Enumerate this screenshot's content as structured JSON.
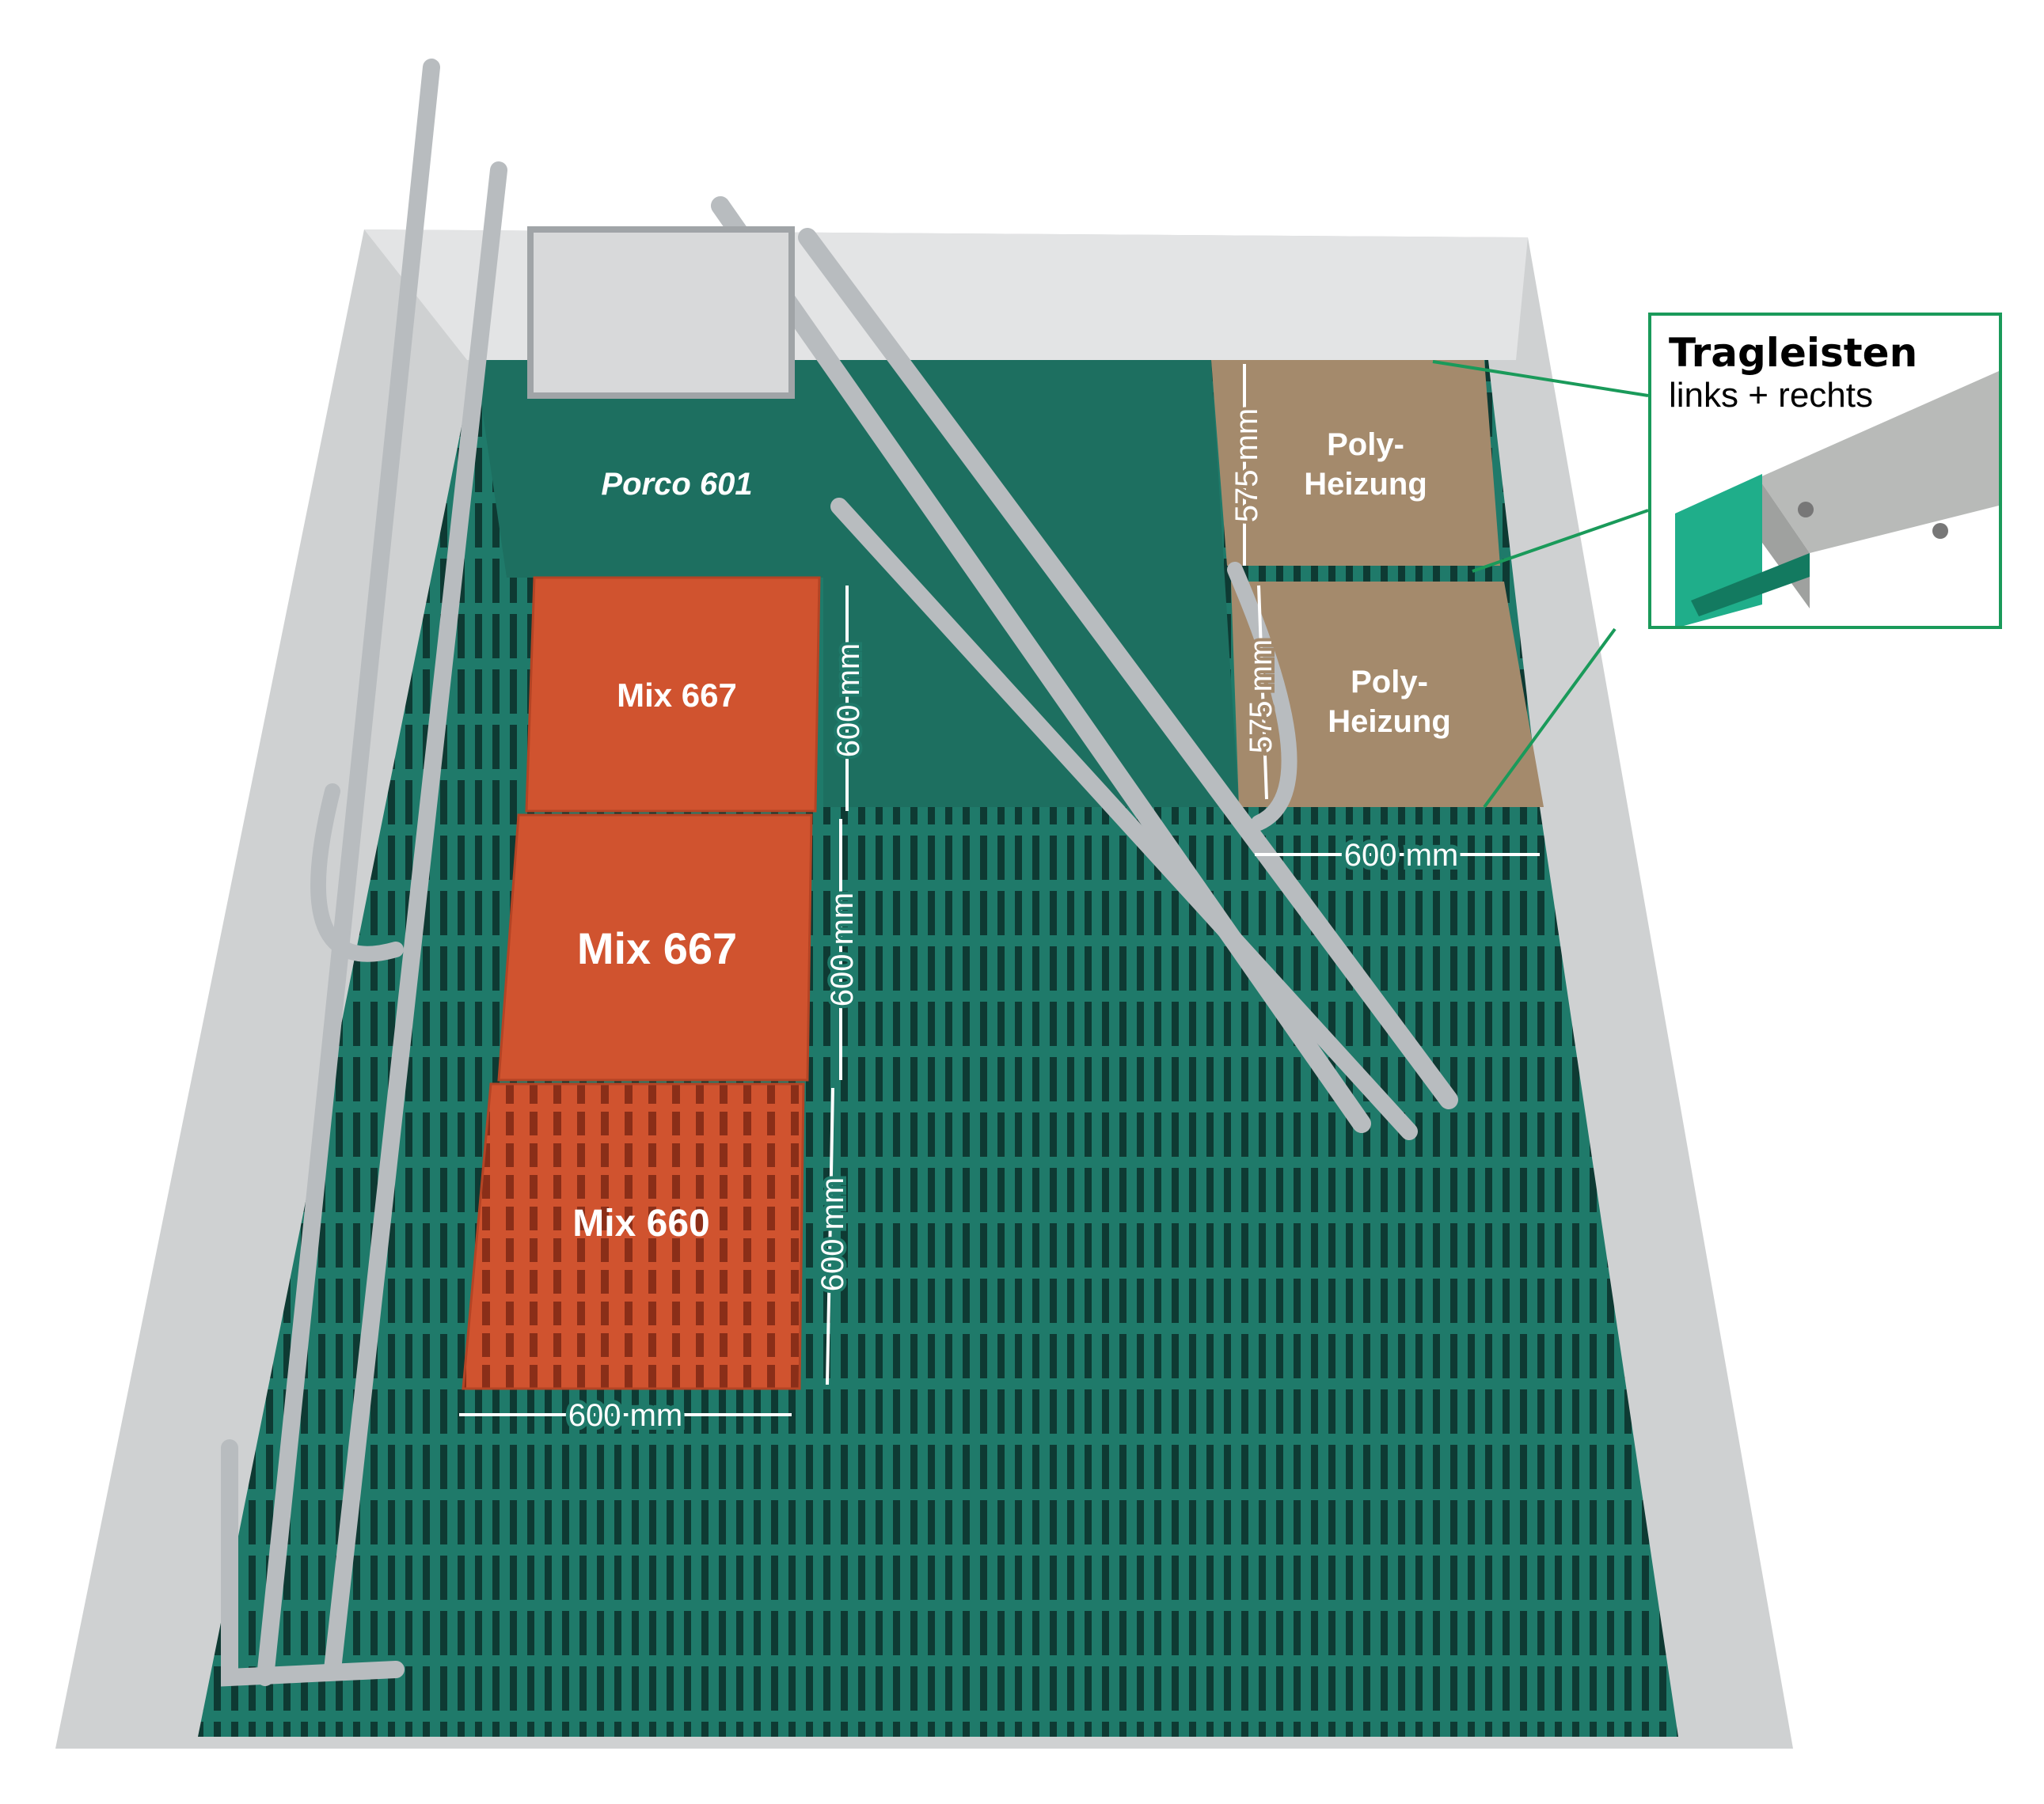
{
  "labels": {
    "porco": "Porco 601",
    "mix667_a": "Mix 667",
    "mix667_b": "Mix 667",
    "mix660": "Mix 660",
    "poly_a_1": "Poly-",
    "poly_a_2": "Heizung",
    "poly_b_1": "Poly-",
    "poly_b_2": "Heizung"
  },
  "dimensions": {
    "mix667_a_height": "600 mm",
    "mix667_b_height": "600 mm",
    "mix660_height": "600 mm",
    "mix660_width": "600 mm",
    "poly_a_height": "575 mm",
    "poly_b_height": "575 mm",
    "poly_width": "600 mm"
  },
  "inset": {
    "title": "Tragleisten",
    "subtitle": "links + rechts"
  },
  "colors": {
    "floor_green": "#1f7a6a",
    "slat_orange": "#d0532f",
    "heater_brown": "#a48a6c",
    "callout_green": "#1a9a5a",
    "wall_grey": "#cfd1d2"
  }
}
